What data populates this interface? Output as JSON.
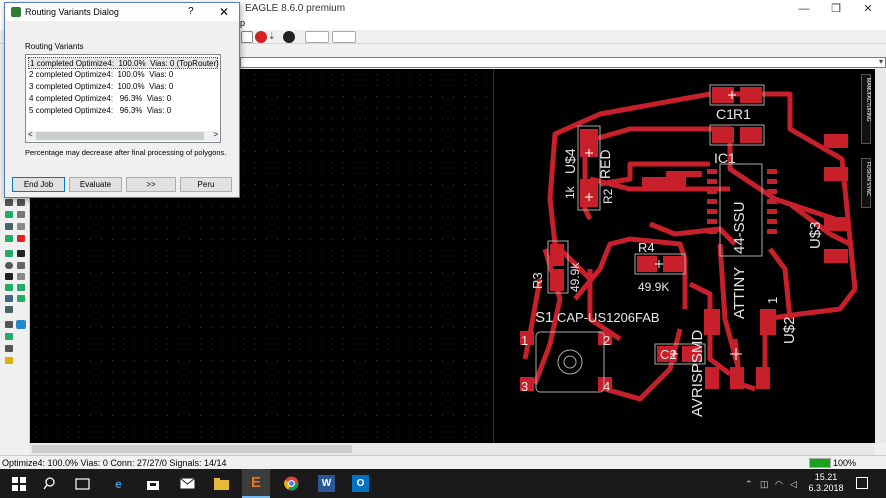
{
  "window": {
    "title": "EAGLE 8.6.0 premium",
    "minimize": "—",
    "maximize": "❐",
    "close": "✕"
  },
  "menu": {
    "partial": "p"
  },
  "dialog": {
    "title": "Routing Variants Dialog",
    "help": "?",
    "close": "✕",
    "group_label": "Routing Variants",
    "variants": [
      "1 completed Optimize4:  100.0%  Vias: 0 (TopRouter)",
      "2 completed Optimize4:  100.0%  Vias: 0",
      "3 completed Optimize4:  100.0%  Vias: 0",
      "4 completed Optimize4:   96.3%  Vias: 0",
      "5 completed Optimize4:   96.3%  Vias: 0"
    ],
    "selected_index": 0,
    "scroll_left": "<",
    "scroll_right": ">",
    "note": "Percentage may decrease after final processing of polygons.",
    "buttons": {
      "end_job": "End Job",
      "evaluate": "Evaluate",
      "next": ">>",
      "peru": "Peru"
    }
  },
  "board": {
    "labels": {
      "c1": "C1",
      "r1": "R1",
      "ic1": "IC1",
      "red": "RED",
      "u4": "U$4",
      "k1": "1k",
      "r2": "R2",
      "u3": "U$3",
      "ssu": "44-SSU",
      "attiny": "ATTINY",
      "r3": "R3",
      "r3v": "49.9k",
      "r4": "R4",
      "r4v": "49.9K",
      "s1": "S1",
      "cap": "CAP-US1206FAB",
      "c2": "C2",
      "u2": "U$2",
      "one": "1",
      "avr": "AVRISPSMD",
      "p1": "1",
      "p2": "2",
      "p3": "3",
      "p4": "4"
    },
    "side_tabs": [
      "MANUFACTURING",
      "FUSION SYNC"
    ]
  },
  "status": {
    "text": "Optimize4: 100.0%  Vias: 0  Conn: 27/27/0  Signals: 14/14",
    "progress_percent": 100,
    "percent_label": "100%"
  },
  "taskbar": {
    "time": "15.21",
    "date": "6.3.2018",
    "apps": [
      "start",
      "search",
      "task-view",
      "edge",
      "store",
      "mail",
      "explorer",
      "eagle",
      "chrome",
      "word",
      "outlook"
    ],
    "eagle_glyph": "E",
    "word_glyph": "W",
    "outlook_glyph": "O"
  },
  "colors": {
    "copper": "#c8202a",
    "board_bg": "#000000",
    "accent": "#0078d7"
  }
}
